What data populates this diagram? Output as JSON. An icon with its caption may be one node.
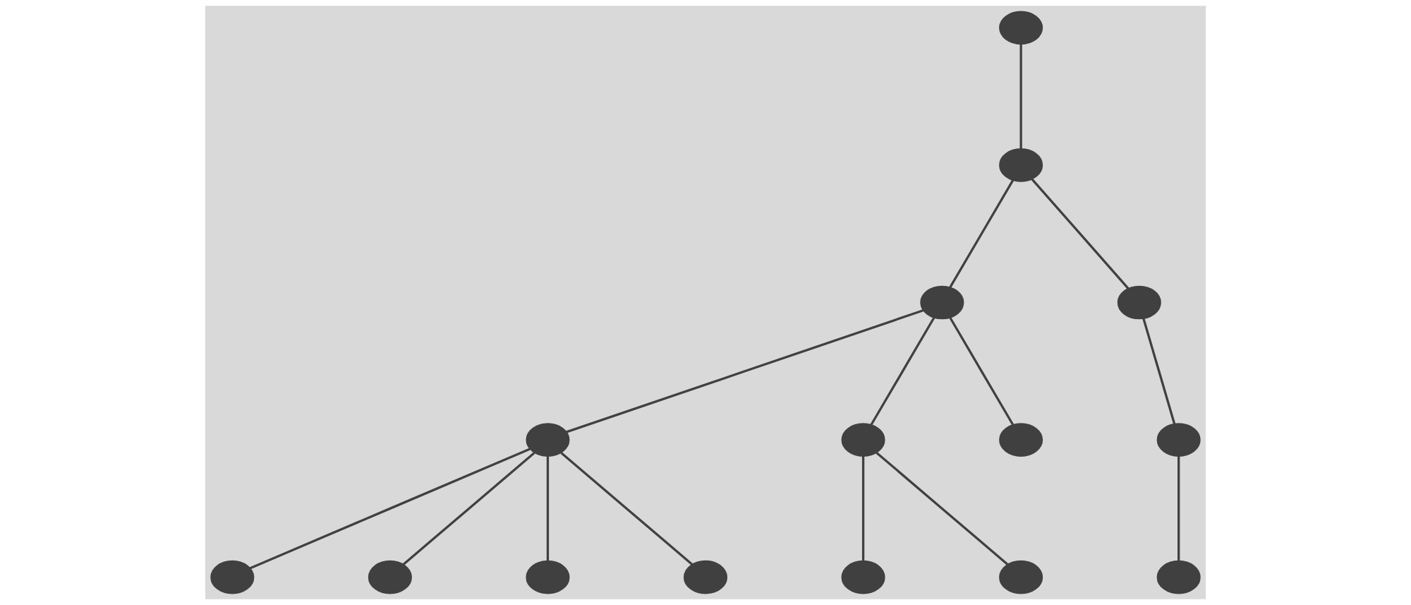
{
  "diagram": {
    "nodes": [
      {
        "text": [],
        "shape": "circle"
      },
      {
        "text": [],
        "shape": "circle"
      },
      {
        "text": [],
        "shape": "circle"
      },
      {
        "text": [],
        "shape": "circle"
      },
      {
        "text": [],
        "shape": "circle"
      },
      {
        "text": [],
        "shape": "circle"
      },
      {
        "text": [],
        "shape": "circle"
      },
      {
        "text": [],
        "shape": "circle"
      },
      {
        "text": [],
        "shape": "circle"
      },
      {
        "text": [],
        "shape": "circle"
      },
      {
        "text": [],
        "shape": "circle"
      },
      {
        "text": [],
        "shape": "circle"
      },
      {
        "text": [],
        "shape": "circle"
      },
      {
        "text": [],
        "shape": "circle"
      },
      {
        "text": [],
        "shape": "circle"
      }
    ],
    "edges": [
      {
        "from": 0,
        "to": 1,
        "arrow": "none"
      },
      {
        "from": 1,
        "to": 2,
        "arrow": "none"
      },
      {
        "from": 1,
        "to": 3,
        "arrow": "none"
      },
      {
        "from": 2,
        "to": 4,
        "arrow": "none"
      },
      {
        "from": 2,
        "to": 5,
        "arrow": "none"
      },
      {
        "from": 2,
        "to": 6,
        "arrow": "none"
      },
      {
        "from": 3,
        "to": 7,
        "arrow": "none"
      },
      {
        "from": 4,
        "to": 8,
        "arrow": "none"
      },
      {
        "from": 4,
        "to": 9,
        "arrow": "none"
      },
      {
        "from": 4,
        "to": 10,
        "arrow": "none"
      },
      {
        "from": 4,
        "to": 11,
        "arrow": "none"
      },
      {
        "from": 5,
        "to": 12,
        "arrow": "none"
      },
      {
        "from": 5,
        "to": 13,
        "arrow": "none"
      },
      {
        "from": 7,
        "to": 14,
        "arrow": "none"
      }
    ]
  }
}
